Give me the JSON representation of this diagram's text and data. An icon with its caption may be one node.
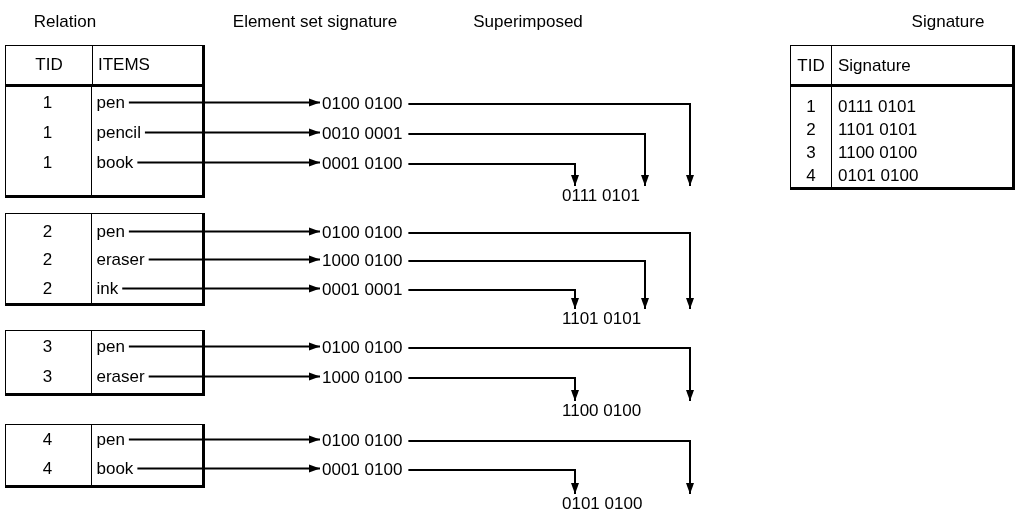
{
  "diagram": {
    "nodes": [
      {
        "text": [
          "TID",
          "ITEMS"
        ]
      },
      {
        "text": [],
        "shape": "box"
      },
      {
        "text": [
          "1",
          "pen"
        ],
        "in": 1
      },
      {
        "text": [
          "1",
          "pencil"
        ],
        "in": 1
      },
      {
        "text": [
          "1",
          "book"
        ],
        "in": 1
      },
      {
        "text": [
          "0100 0100"
        ]
      },
      {
        "text": [
          "0010 0001"
        ]
      },
      {
        "text": [
          "0001 0100"
        ]
      },
      {
        "text": [
          "0111 0101"
        ]
      },
      {
        "text": [],
        "shape": "box"
      },
      {
        "text": [
          "2",
          "pen"
        ],
        "in": 9
      },
      {
        "text": [
          "2",
          "eraser"
        ],
        "in": 9
      },
      {
        "text": [
          "2",
          "ink"
        ],
        "in": 9
      },
      {
        "text": [
          "0100 0100"
        ]
      },
      {
        "text": [
          "1000 0100"
        ]
      },
      {
        "text": [
          "0001 0001"
        ]
      },
      {
        "text": [
          "1101 0101"
        ]
      },
      {
        "text": [],
        "shape": "box"
      },
      {
        "text": [
          "3",
          "pen"
        ],
        "in": 17
      },
      {
        "text": [
          "3",
          "eraser"
        ],
        "in": 17
      },
      {
        "text": [
          "0100 0100"
        ]
      },
      {
        "text": [
          "1000 0100"
        ]
      },
      {
        "text": [
          "1100 0100"
        ]
      },
      {
        "text": [],
        "shape": "box"
      },
      {
        "text": [
          "4",
          "pen"
        ],
        "in": 23
      },
      {
        "text": [
          "4",
          "book"
        ],
        "in": 23
      },
      {
        "text": [
          "0100 0100"
        ]
      },
      {
        "text": [
          "0001 0100"
        ]
      },
      {
        "text": [
          "0101 0100"
        ]
      }
    ],
    "edges": [
      {
        "from": 2,
        "to": 5,
        "arrow": "to"
      },
      {
        "from": 3,
        "to": 6,
        "arrow": "to"
      },
      {
        "from": 4,
        "to": 7,
        "arrow": "to"
      },
      {
        "from": 5,
        "to": 8,
        "arrow": "to"
      },
      {
        "from": 6,
        "to": 8,
        "arrow": "to"
      },
      {
        "from": 7,
        "to": 8,
        "arrow": "to"
      },
      {
        "from": 10,
        "to": 13,
        "arrow": "to"
      },
      {
        "from": 11,
        "to": 14,
        "arrow": "to"
      },
      {
        "from": 12,
        "to": 15,
        "arrow": "to"
      },
      {
        "from": 13,
        "to": 16,
        "arrow": "to"
      },
      {
        "from": 14,
        "to": 16,
        "arrow": "to"
      },
      {
        "from": 15,
        "to": 16,
        "arrow": "to"
      },
      {
        "from": 18,
        "to": 20,
        "arrow": "to"
      },
      {
        "from": 19,
        "to": 21,
        "arrow": "to"
      },
      {
        "from": 20,
        "to": 22,
        "arrow": "to"
      },
      {
        "from": 21,
        "to": 22,
        "arrow": "to"
      },
      {
        "from": 24,
        "to": 26,
        "arrow": "to"
      },
      {
        "from": 25,
        "to": 27,
        "arrow": "to"
      },
      {
        "from": 26,
        "to": 28,
        "arrow": "to"
      },
      {
        "from": 27,
        "to": 28,
        "arrow": "to"
      }
    ],
    "labels": [
      "Relation",
      "Element set signature",
      "Superimposed",
      "Signature",
      "TID",
      "Signature",
      "1",
      "0111 0101",
      "2",
      "1101 0101",
      "3",
      "1100 0100",
      "4",
      "0101 0100"
    ]
  }
}
